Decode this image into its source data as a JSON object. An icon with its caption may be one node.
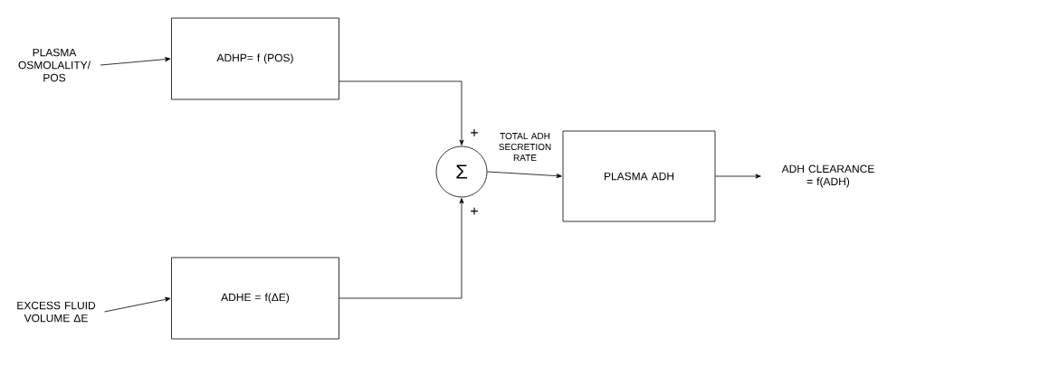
{
  "diagram": {
    "nodes": [
      {
        "text": [
          "PLASMA OSMOLALITY/ POS"
        ]
      },
      {
        "text": [
          "ADHP= f (POS)"
        ]
      },
      {
        "text": [
          "EXCESS FLUID VOLUME ΔE"
        ]
      },
      {
        "text": [
          "ADHE = f(ΔE)"
        ]
      },
      {
        "text": [
          "Σ"
        ]
      },
      {
        "text": [
          "PLASMA ADH"
        ]
      },
      {
        "text": [
          "ADH CLEARANCE = f(ADH)"
        ]
      }
    ],
    "edges": [
      {
        "from": 0,
        "to": 1,
        "arrow": "to"
      },
      {
        "from": 2,
        "to": 3,
        "arrow": "to"
      },
      {
        "from": 1,
        "to": 4,
        "arrow": "to",
        "label": "+"
      },
      {
        "from": 3,
        "to": 4,
        "arrow": "to",
        "label": "+"
      },
      {
        "from": 4,
        "to": 5,
        "arrow": "to",
        "label": "TOTAL ADH SECRETION RATE"
      },
      {
        "from": 5,
        "to": 6,
        "arrow": "to"
      }
    ]
  }
}
